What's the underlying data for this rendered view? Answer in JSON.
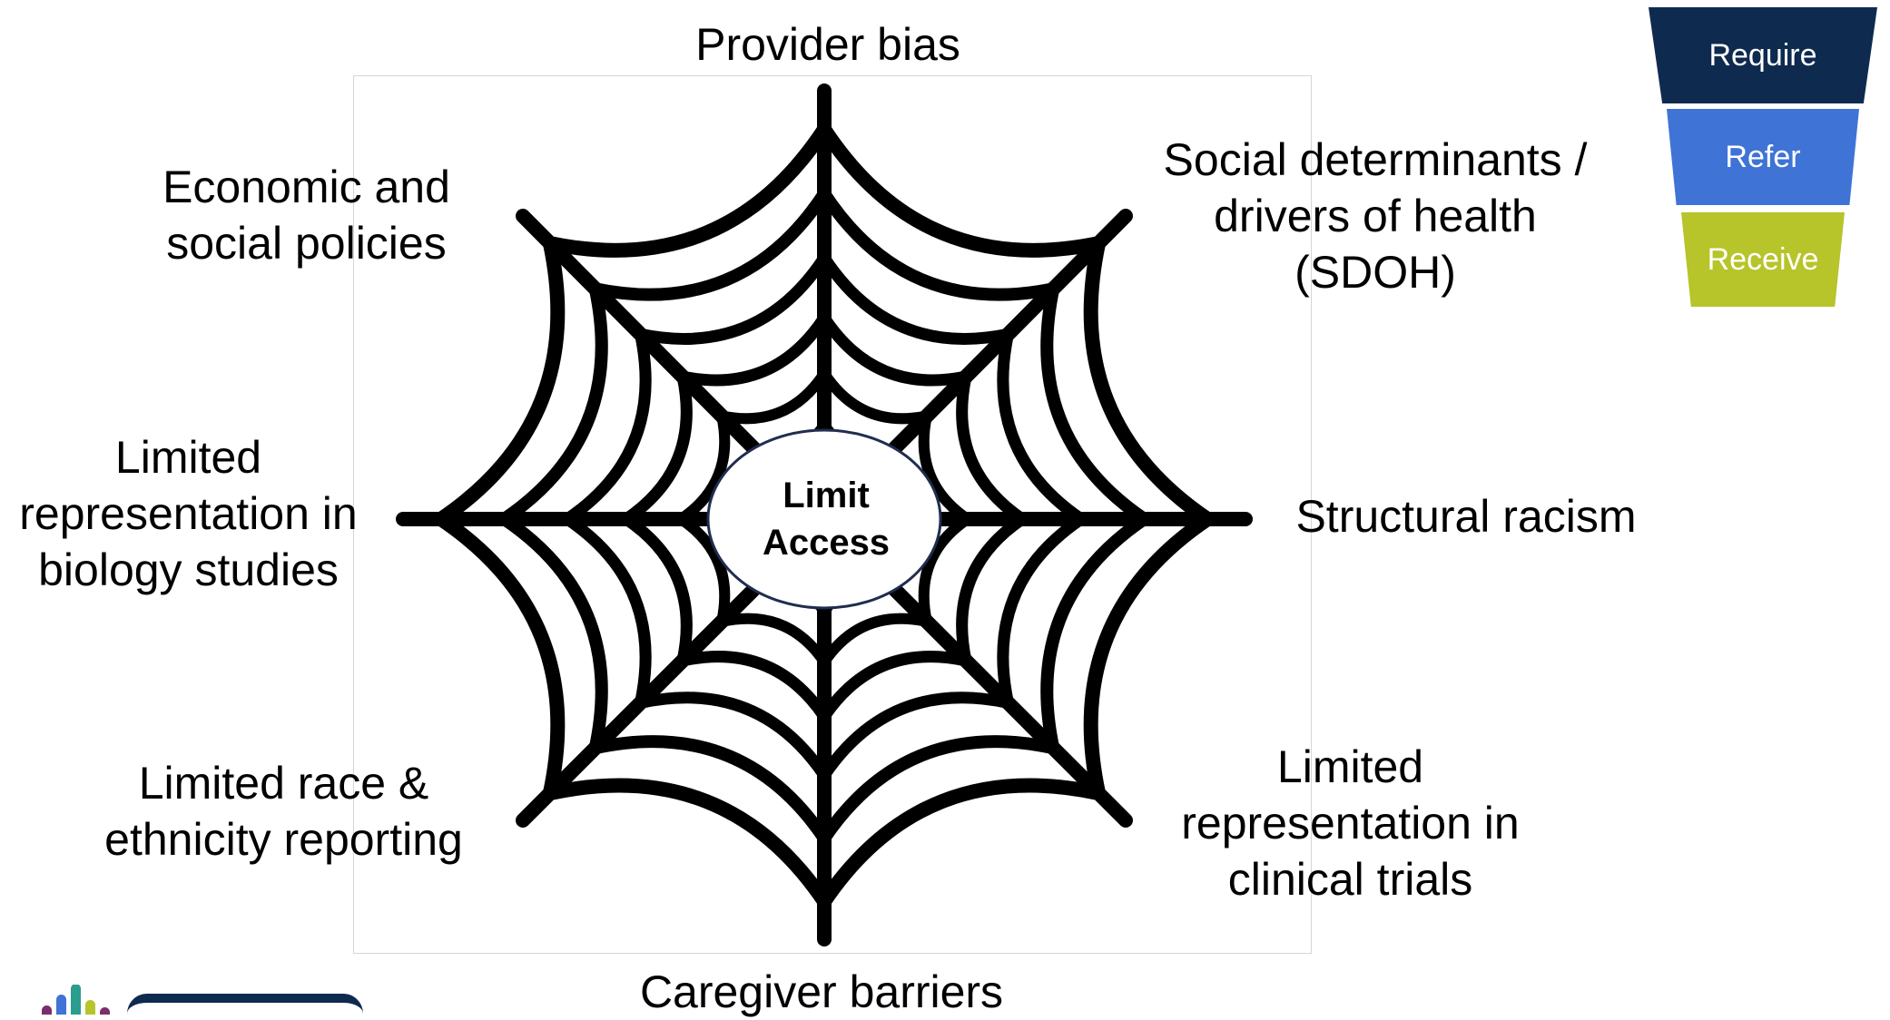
{
  "diagram": {
    "center_label": "Limit\nAccess",
    "labels": {
      "top": "Provider bias",
      "top_left": "Economic and\nsocial policies",
      "top_right": "Social determinants /\ndrivers of health\n(SDOH)",
      "left": "Limited\nrepresentation in\nbiology studies",
      "right": "Structural racism",
      "bottom_left": "Limited race &\nethnicity reporting",
      "bottom_right": "Limited\nrepresentation in\nclinical trials",
      "bottom": "Caregiver barriers"
    }
  },
  "funnel": {
    "tiers": [
      {
        "label": "Require",
        "color": "#0f2a4f"
      },
      {
        "label": "Refer",
        "color": "#3f73d6"
      },
      {
        "label": "Receive",
        "color": "#b7c42a"
      }
    ]
  },
  "logo": {
    "bar_colors": [
      "#7b2d6e",
      "#3f73d6",
      "#2a9d8f",
      "#b7c42a"
    ]
  }
}
